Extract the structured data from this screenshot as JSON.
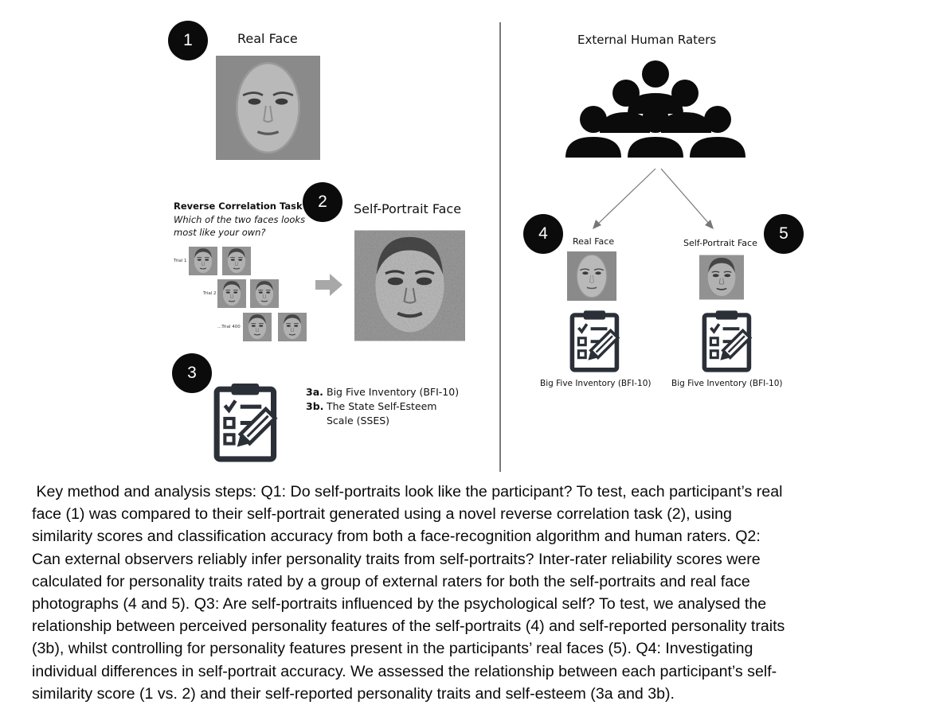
{
  "steps": {
    "real_face": {
      "number": "1",
      "title": "Real Face"
    },
    "self_portrait": {
      "number": "2",
      "title": "Self-Portrait  Face"
    },
    "questionnaires": {
      "number": "3",
      "item_a_num": "3a.",
      "item_a_text": "Big Five Inventory (BFI-10)",
      "item_b_num": "3b.",
      "item_b_text_1": "The State Self-Esteem",
      "item_b_text_2": "Scale (SSES)"
    },
    "rater_real": {
      "number": "4",
      "title": "Real Face",
      "scale": "Big Five Inventory (BFI-10)"
    },
    "rater_portrait": {
      "number": "5",
      "title": "Self-Portrait Face",
      "scale": "Big Five Inventory (BFI-10)"
    }
  },
  "raters_title": "External  Human Raters",
  "reverse_correlation": {
    "title": "Reverse Correlation Task",
    "question_1": "Which of the two faces looks",
    "question_2": "most like your own?",
    "trials": [
      "Trial 1",
      "Trial 2",
      "...Trial 400"
    ]
  },
  "caption_lines": [
    " Key method and analysis steps: Q1: Do self-portraits look like the participant? To test, each participant’s real",
    "face (1) was compared to their self-portrait generated using a novel reverse correlation task (2), using",
    "similarity scores and classification accuracy from both a face-recognition algorithm and human raters. Q2:",
    "Can external observers reliably infer personality traits from self-portraits? Inter-rater reliability scores were",
    "calculated for personality traits rated by a group of external raters for both the self-portraits and real face",
    "photographs (4 and 5). Q3: Are self-portraits influenced by the psychological self? To test, we analysed the",
    "relationship between perceived personality features of the self-portraits (4) and self-reported personality traits",
    "(3b), whilst controlling for personality features present in the participants’ real faces (5). Q4: Investigating",
    "individual differences in self-portrait accuracy. We assessed the relationship between each participant’s self-",
    "similarity score (1 vs. 2) and their self-reported personality traits and self-esteem (3a and 3b)."
  ],
  "colors": {
    "badge": "#0b0b0b",
    "icon": "#2b3038",
    "divider": "#7a7a7a",
    "face_bg": "#8a8a8a"
  }
}
